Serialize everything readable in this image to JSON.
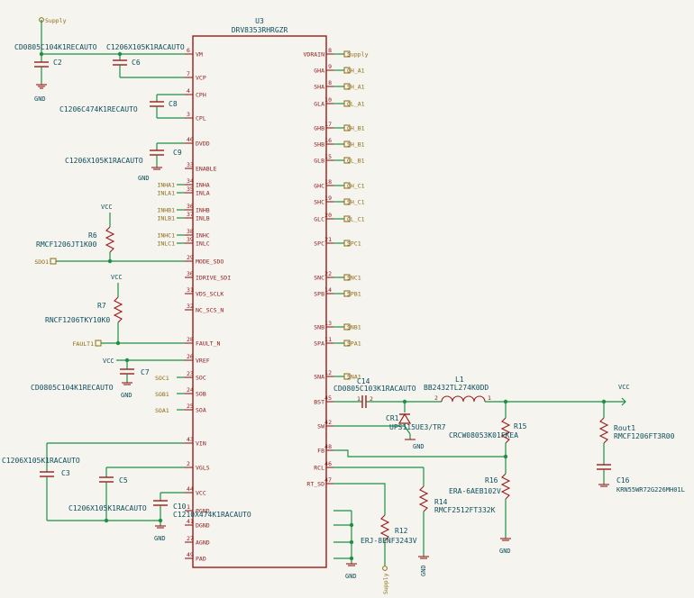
{
  "ic": {
    "ref": "U3",
    "part": "DRV8353RHRGZR",
    "left_pins": [
      {
        "num": "6",
        "name": "VM"
      },
      {
        "num": "7",
        "name": "VCP"
      },
      {
        "num": "4",
        "name": "CPH"
      },
      {
        "num": "3",
        "name": "CPL"
      },
      {
        "num": "40",
        "name": "DVDD"
      },
      {
        "num": "33",
        "name": "ENABLE"
      },
      {
        "num": "34",
        "name": "INHA"
      },
      {
        "num": "35",
        "name": "INLA"
      },
      {
        "num": "36",
        "name": "INHB"
      },
      {
        "num": "37",
        "name": "INLB"
      },
      {
        "num": "38",
        "name": "INHC"
      },
      {
        "num": "39",
        "name": "INLC"
      },
      {
        "num": "29",
        "name": "MODE_SDO"
      },
      {
        "num": "30",
        "name": "IDRIVE_SDI"
      },
      {
        "num": "31",
        "name": "VDS_SCLK"
      },
      {
        "num": "32",
        "name": "NC_SCS_N"
      },
      {
        "num": "28",
        "name": "FAULT_N"
      },
      {
        "num": "26",
        "name": "VREF"
      },
      {
        "num": "23",
        "name": "SOC"
      },
      {
        "num": "24",
        "name": "SOB"
      },
      {
        "num": "25",
        "name": "SOA"
      },
      {
        "num": "43",
        "name": "VIN"
      },
      {
        "num": "2",
        "name": "VGLS"
      },
      {
        "num": "44",
        "name": "VCC"
      },
      {
        "num": "1",
        "name": "PGND"
      },
      {
        "num": "41",
        "name": "DGND"
      },
      {
        "num": "27",
        "name": "AGND"
      },
      {
        "num": "49",
        "name": "PAD"
      }
    ],
    "right_pins": [
      {
        "num": "8",
        "name": "VDRAIN",
        "net": "Supply"
      },
      {
        "num": "9",
        "name": "GHA",
        "net": "GH_A1"
      },
      {
        "num": "8",
        "name": "SHA",
        "net": "SH_A1"
      },
      {
        "num": "10",
        "name": "GLA",
        "net": "GL_A1"
      },
      {
        "num": "17",
        "name": "GHB",
        "net": "GH_B1"
      },
      {
        "num": "16",
        "name": "SHB",
        "net": "SH_B1"
      },
      {
        "num": "15",
        "name": "GLB",
        "net": "GL_B1"
      },
      {
        "num": "18",
        "name": "GHC",
        "net": "GH_C1"
      },
      {
        "num": "19",
        "name": "SHC",
        "net": "SH_C1"
      },
      {
        "num": "20",
        "name": "GLC",
        "net": "GL_C1"
      },
      {
        "num": "21",
        "name": "SPC",
        "net": "SPC1"
      },
      {
        "num": "22",
        "name": "SNC",
        "net": "SNC1"
      },
      {
        "num": "14",
        "name": "SPB",
        "net": "SPB1"
      },
      {
        "num": "13",
        "name": "SNB",
        "net": "SNB1"
      },
      {
        "num": "11",
        "name": "SPA",
        "net": "SPA1"
      },
      {
        "num": "12",
        "name": "SNA",
        "net": "SNA1"
      },
      {
        "num": "45",
        "name": "BST",
        "net": ""
      },
      {
        "num": "42",
        "name": "SW",
        "net": ""
      },
      {
        "num": "48",
        "name": "FB",
        "net": ""
      },
      {
        "num": "46",
        "name": "RCL",
        "net": ""
      },
      {
        "num": "47",
        "name": "RT_SD",
        "net": ""
      }
    ],
    "input_nets": [
      "INHA1",
      "INLA1",
      "INHB1",
      "INLB1",
      "INHC1",
      "INLC1"
    ]
  },
  "components": {
    "C2": {
      "ref": "C2",
      "value": "CD0805C104K1RECAUTO"
    },
    "C6": {
      "ref": "C6",
      "value": "C1206X105K1RACAUTO"
    },
    "C8": {
      "ref": "C8",
      "value": "C1206C474K1RECAUTO"
    },
    "C9": {
      "ref": "C9",
      "value": "C1206X105K1RACAUTO"
    },
    "R6": {
      "ref": "R6",
      "value": "RMCF1206JT1K00"
    },
    "R7": {
      "ref": "R7",
      "value": "RNCF1206TKY10K0"
    },
    "C7": {
      "ref": "C7",
      "value": "CD0805C104K1RECAUTO"
    },
    "C3": {
      "ref": "C3",
      "value": "C1206X105K1RACAUTO"
    },
    "C5": {
      "ref": "C5",
      "value": "C1206X105K1RACAUTO"
    },
    "C10": {
      "ref": "C10",
      "value": "C1210X474K1RACAUTO"
    },
    "C14": {
      "ref": "C14",
      "value": "CD0805C103K1RACAUTO"
    },
    "L1": {
      "ref": "L1",
      "value": "BB2432TL274K0DD"
    },
    "CR1": {
      "ref": "CR1",
      "value": "UPS115UE3/TR7"
    },
    "R15": {
      "ref": "R15",
      "value": "CRCW08053K01FKEA"
    },
    "R16": {
      "ref": "R16",
      "value": "ERA-6AEB102V"
    },
    "R14": {
      "ref": "R14",
      "value": "RMCF2512FT332K"
    },
    "R12": {
      "ref": "R12",
      "value": "ERJ-8ENF3243V"
    },
    "Rout1": {
      "ref": "Rout1",
      "value": "RMCF1206FT3R00"
    },
    "C16": {
      "ref": "C16",
      "value": "KRN55WR72G226MH01L"
    }
  },
  "nets": {
    "supply": "Supply",
    "vcc": "VCC",
    "gnd": "GND",
    "sdo": "SDO1",
    "fault": "FAULT1",
    "soc": "SOC1",
    "sob": "SOB1",
    "soa": "SOA1"
  },
  "pin_labels": {
    "p1": "1",
    "p2": "2"
  },
  "colors": {
    "background": "#f5f4ef",
    "wire": "#1e8f45",
    "component": "#9c1b1b",
    "text": "#0e4e5c",
    "net_label": "#8c6b14"
  }
}
